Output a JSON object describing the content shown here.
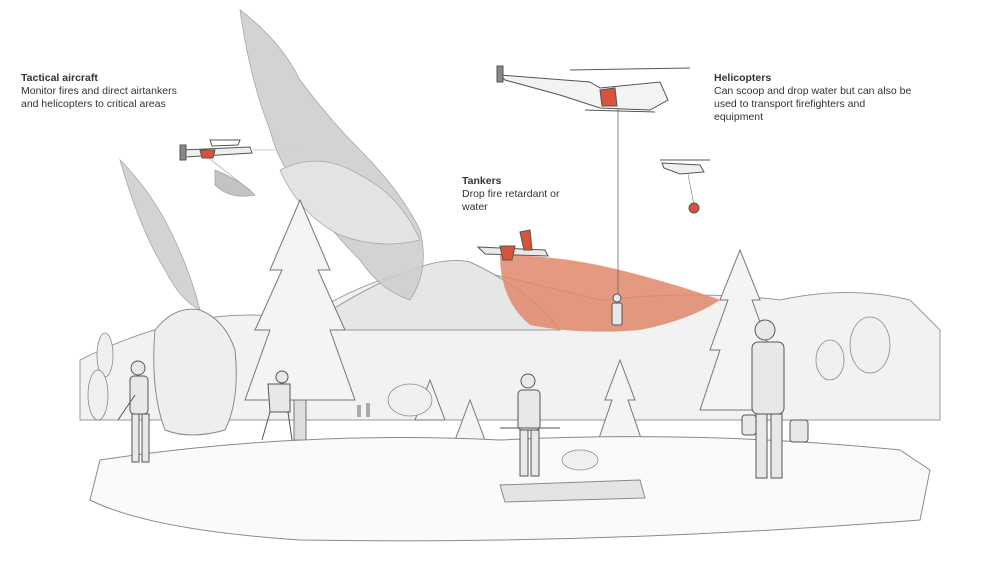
{
  "labels": {
    "tactical": {
      "title": "Tactical aircraft",
      "description": "Monitor fires and direct airtankers and helicopters to critical areas"
    },
    "tankers": {
      "title": "Tankers",
      "description": "Drop fire retardant or water"
    },
    "helicopters": {
      "title": "Helicopters",
      "description": "Can scoop and drop water but can also be used to transport firefighters and equipment"
    }
  },
  "colors": {
    "retardant": "#e2876b",
    "accent_red": "#d9533a",
    "smoke": "#c4c4c4",
    "ink": "#555555"
  }
}
